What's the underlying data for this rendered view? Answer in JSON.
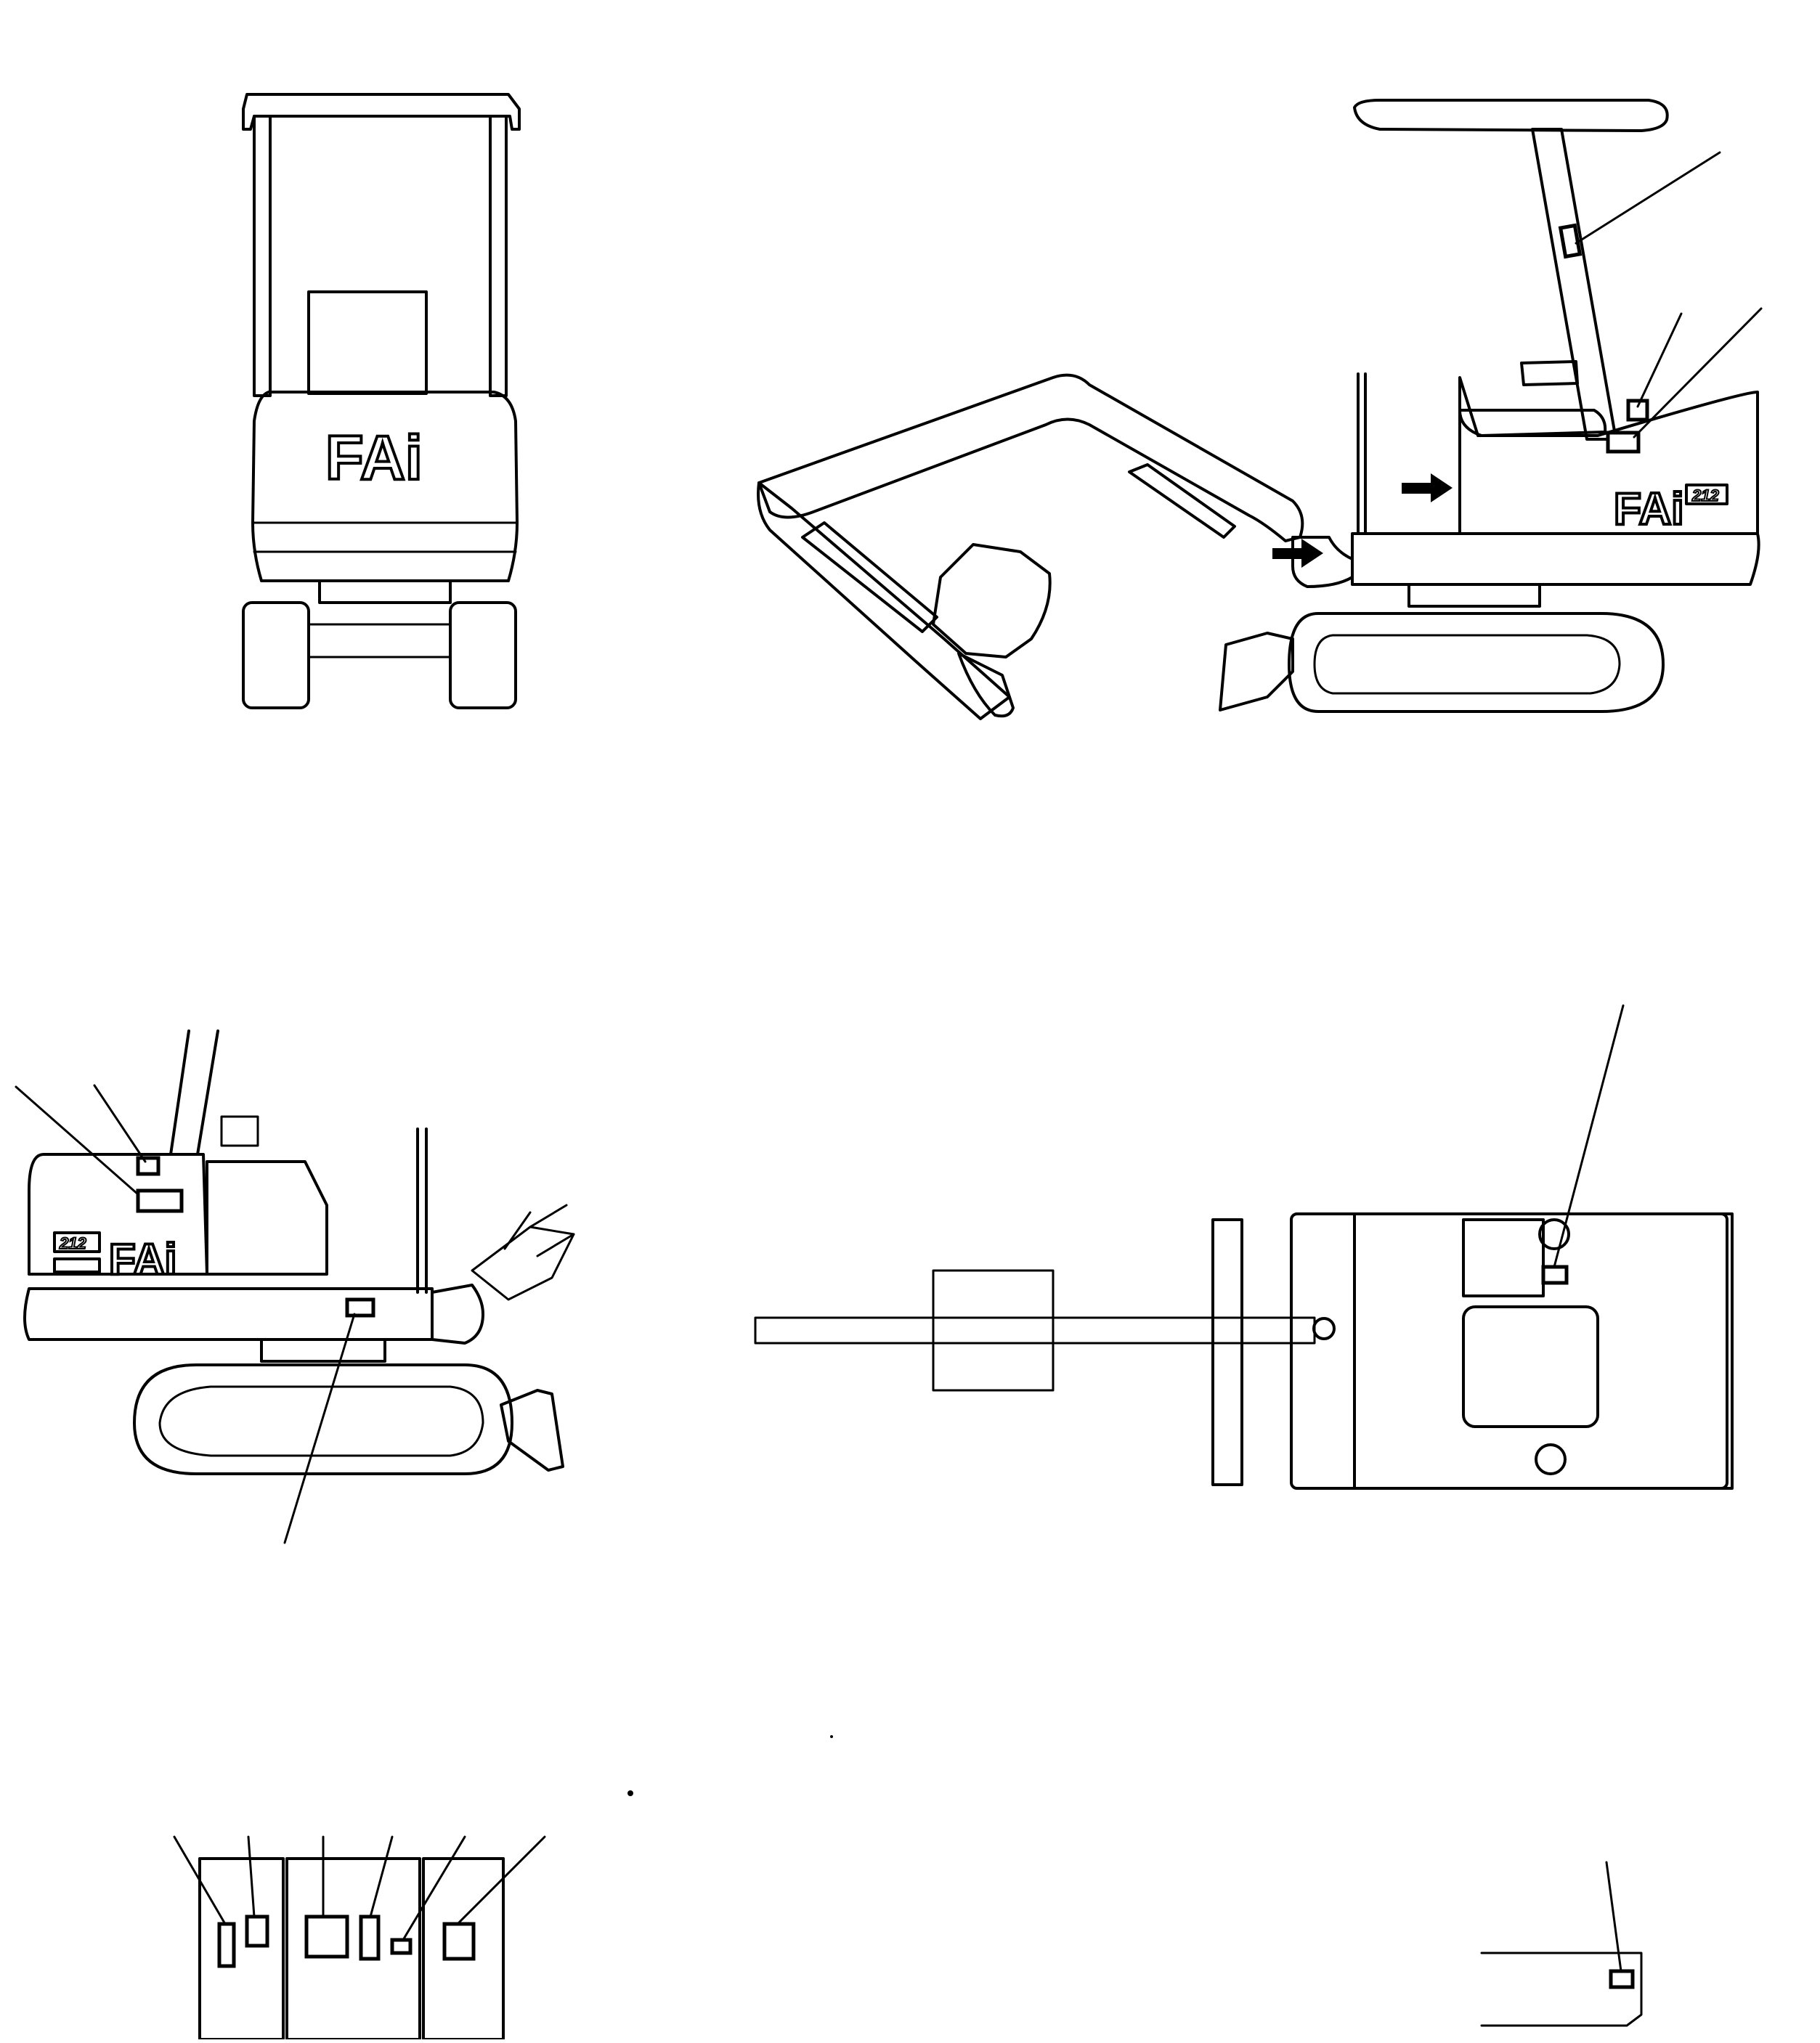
{
  "drawing": {
    "brand_logo_text": "FAi",
    "model_badge_text": "212"
  },
  "views": [
    {
      "id": "front-view",
      "decals": 0,
      "leaders": 0
    },
    {
      "id": "left-side-view",
      "decals": 3,
      "leaders": 3,
      "arrows": 2
    },
    {
      "id": "right-side-view",
      "decals": 3,
      "leaders": 3
    },
    {
      "id": "top-view",
      "decals": 1,
      "leaders": 1
    },
    {
      "id": "control-panel-detail",
      "decals": 6,
      "leaders": 6
    },
    {
      "id": "corner-detail",
      "decals": 1,
      "leaders": 1
    }
  ],
  "colors": {
    "line": "#000000",
    "background": "#ffffff"
  }
}
